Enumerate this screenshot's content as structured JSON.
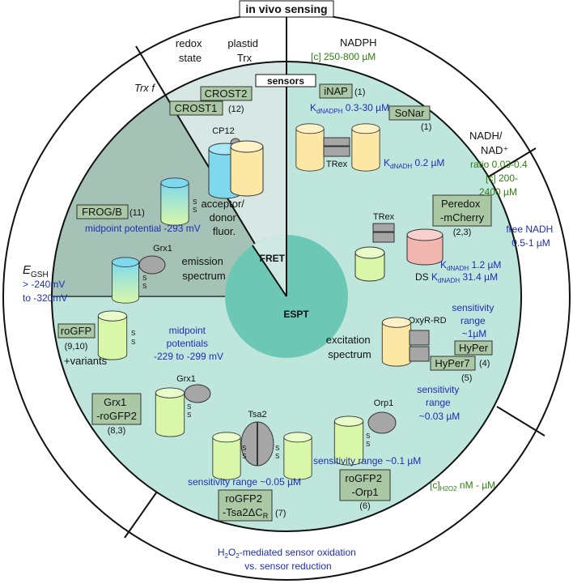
{
  "title": "in vivo sensing",
  "core": {
    "fret": "FRET",
    "espt": "ESPT"
  },
  "center_tag": "sensors",
  "outer_ring": {
    "redox_state": [
      "redox",
      "state"
    ],
    "plastid_trx": [
      "plastid",
      "Trx"
    ],
    "trx_f": "Trx f",
    "nadph": {
      "title": "NADPH",
      "conc": "[c]  250-800 µM"
    },
    "nadh": {
      "title": [
        "NADH/",
        "NAD⁺"
      ],
      "ratio": "ratio 0.03-0.4",
      "conc": [
        "[c] 200-",
        "2400 µM"
      ],
      "free": [
        "free NADH",
        "0.5-1 µM"
      ]
    },
    "egsh": {
      "label": "EGSH",
      "range": [
        "> -240mV",
        "to -320mV"
      ]
    },
    "h2o2": {
      "conc": "[c]H2O2 nM - µM",
      "caption": [
        "H2O2-mediated sensor oxidation",
        "vs. sensor reduction"
      ]
    }
  },
  "sectors": {
    "fret_top": {
      "caption": [
        "acceptor/",
        "donor",
        "fluor."
      ]
    },
    "emission": {
      "caption": [
        "emission",
        "spectrum"
      ]
    },
    "excitation": {
      "caption": [
        "excitation",
        "spectrum"
      ]
    }
  },
  "sensors": [
    {
      "id": "crost2",
      "name": "CROST2"
    },
    {
      "id": "crost1",
      "name": "CROST1",
      "ref": "(12)"
    },
    {
      "id": "inap",
      "name": "iNAP",
      "ref": "(1)",
      "detail": "KdNADPH 0.3-30 µM"
    },
    {
      "id": "sonar",
      "name": "SoNar",
      "ref": "(1)",
      "detail": "KdNADH 0.2 µM"
    },
    {
      "id": "peredox",
      "name": [
        "Peredox",
        "-mCherry"
      ],
      "ref": "(2,3)",
      "detail": [
        "KdNADH 1.2 µM",
        "DS KdNADH 31.4 µM"
      ]
    },
    {
      "id": "frog",
      "name": "FROG/B",
      "ref": "(11)",
      "detail": "midpoint potential -293 mV"
    },
    {
      "id": "rogfp",
      "name": "roGFP",
      "ref": "(9,10)",
      "extra": "+variants",
      "detail": [
        "midpoint",
        "potentials",
        "-229 to -299 mV"
      ]
    },
    {
      "id": "grx1rogfp2",
      "name": [
        "Grx1",
        "-roGFP2"
      ],
      "ref": "(8,3)"
    },
    {
      "id": "hyper",
      "name": "HyPer",
      "ref": "(4)",
      "detail": [
        "sensitivity",
        "range",
        "~1µM"
      ]
    },
    {
      "id": "hyper7",
      "name": "HyPer7",
      "ref": "(5)",
      "detail": [
        "sensitivity",
        "range",
        "~0.03 µM"
      ]
    },
    {
      "id": "orp1",
      "name": [
        "roGFP2",
        "-Orp1"
      ],
      "ref": "(6)",
      "detail": "sensitivity range ~0.1 µM"
    },
    {
      "id": "tsa2",
      "name": [
        "roGFP2",
        "-Tsa2ΔCR"
      ],
      "ref": "(7)",
      "detail": "sensitivity range ~0.05 µM"
    }
  ],
  "domain_labels": {
    "cp12": "CP12",
    "trex": "TRex",
    "trex2": "TRex",
    "grx1_a": "Grx1",
    "grx1_b": "Grx1",
    "oxyr": "OxyR-RD",
    "orp1": "Orp1",
    "tsa2": "Tsa2",
    "s": "S"
  },
  "colors": {
    "inner_disc": "#bfe6dd",
    "fret_sector": "#d7e8e4",
    "emission_sector": "#a5c2b6",
    "core": "#6cc8b4",
    "label_box": "#a9c8a3",
    "cyan_cylinder": "#7fd9ee",
    "yellow_cylinder": "#fde7a5",
    "green_cylinder": "#d9f7a8",
    "pink_cylinder": "#f2b6b1",
    "grey_domain": "#a6a6a6"
  }
}
